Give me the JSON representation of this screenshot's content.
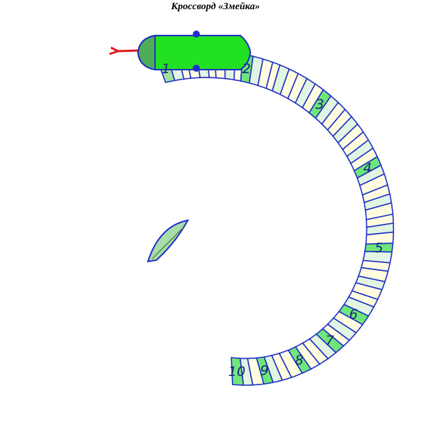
{
  "title": "Кроссворд «Змейка»",
  "colors": {
    "outline": "#1f2fc8",
    "cell_cream": "#fffce0",
    "cell_lightgreen": "#e2f5e2",
    "cell_numbered": "#6fe67a",
    "cell_first": "#9fe09a",
    "head": "#22e022",
    "head_dark": "#4fae55",
    "tongue": "#e01a1a",
    "tail": "#a8dca8"
  },
  "cells": [
    {
      "number": "1"
    },
    {
      "number": "2"
    },
    {
      "number": "3"
    },
    {
      "number": "4"
    },
    {
      "number": "5"
    },
    {
      "number": "6"
    },
    {
      "number": "7"
    },
    {
      "number": "8"
    },
    {
      "number": "9"
    },
    {
      "number": "10"
    }
  ]
}
